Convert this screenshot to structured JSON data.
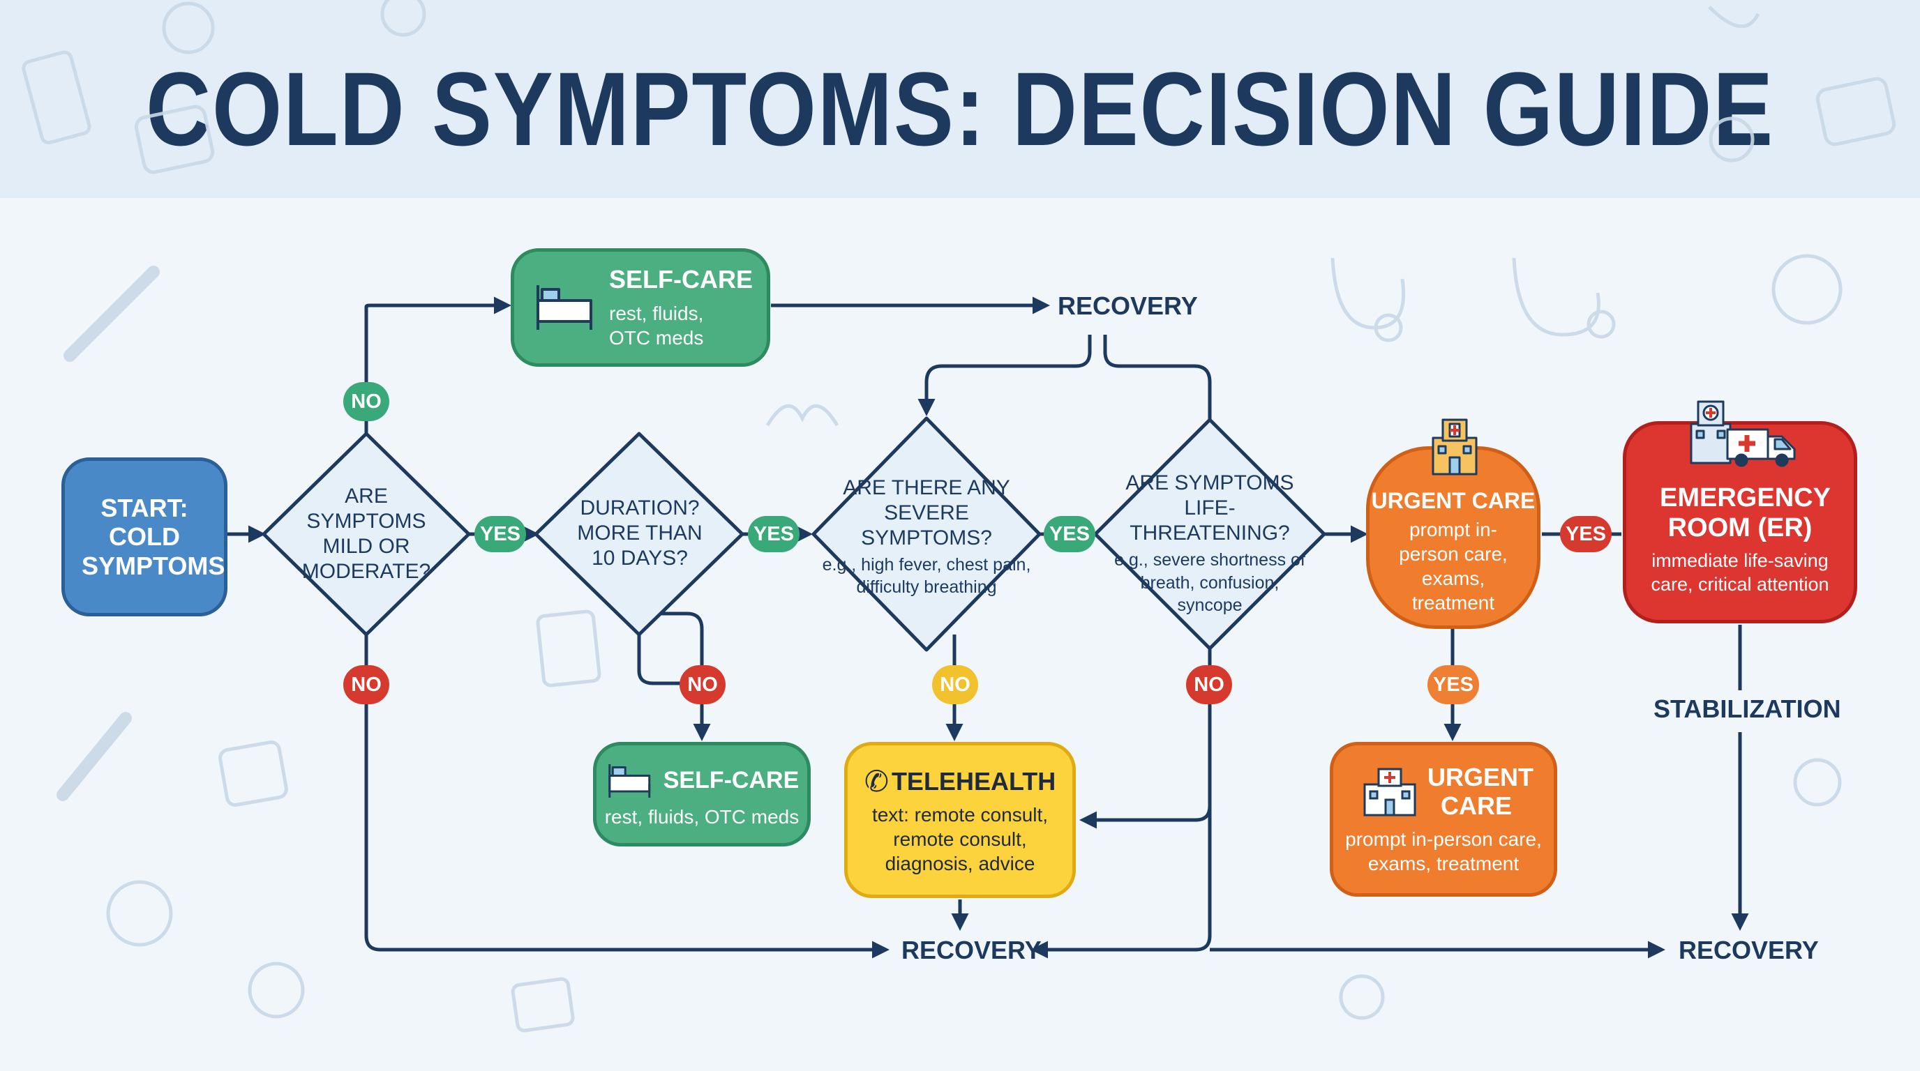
{
  "title": "COLD SYMPTOMS: DECISION GUIDE",
  "colors": {
    "navy": "#1d3a5e",
    "start_blue": "#4a89c8",
    "selfcare_green": "#4caf82",
    "telehealth_yellow": "#fcd23d",
    "urgent_orange": "#f07d2e",
    "er_red": "#dd3530",
    "diamond_fill": "#e6f0f8"
  },
  "start": {
    "label": "START: COLD SYMPTOMS"
  },
  "decisions": {
    "mild": {
      "question": "ARE SYMPTOMS MILD OR MODERATE?"
    },
    "duration": {
      "question": "DURATION? MORE THAN 10 DAYS?"
    },
    "severe": {
      "question": "ARE THERE ANY SEVERE SYMPTOMS?",
      "examples": "e.g., high fever, chest pain, difficulty breathing"
    },
    "life": {
      "question": "ARE SYMPTOMS LIFE-THREATENING?",
      "examples": "e.g., severe shortness of breath, confusion, syncope"
    }
  },
  "outcomes": {
    "selfcare_top": {
      "title": "SELF-CARE",
      "desc": "rest, fluids, OTC meds"
    },
    "selfcare_bottom": {
      "title": "SELF-CARE",
      "desc": "rest, fluids, OTC meds"
    },
    "telehealth": {
      "title": "TELEHEALTH",
      "desc": "text: remote consult, remote consult, diagnosis, advice"
    },
    "urgent_middle": {
      "title": "URGENT CARE",
      "desc": "prompt in-person care, exams, treatment"
    },
    "urgent_bottom": {
      "title": "URGENT CARE",
      "desc": "prompt in-person care, exams, treatment"
    },
    "er": {
      "title": "EMERGENCY ROOM (ER)",
      "desc": "immediate life-saving care, critical attention"
    }
  },
  "labels": {
    "recovery": "RECOVERY",
    "stabilization": "STABILIZATION",
    "yes": "YES",
    "no": "NO"
  },
  "icons": [
    "bed-icon",
    "phone-icon",
    "hospital-icon",
    "ambulance-icon"
  ]
}
